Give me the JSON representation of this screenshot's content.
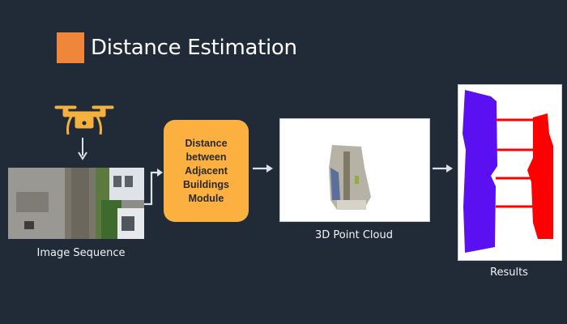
{
  "title": "Distance Estimation",
  "colors": {
    "background": "#212a37",
    "accent_orange": "#f0863a",
    "module_yellow": "#fbb040",
    "building_blue": "#5a10f0",
    "building_red": "#ff0000"
  },
  "steps": [
    {
      "label": "Image Sequence",
      "icon": "drone-icon"
    },
    {
      "label": "Distance between Adjacent Buildings Module",
      "lines": [
        "Distance",
        "between",
        "Adjacent",
        "Buildings",
        "Module"
      ]
    },
    {
      "label": "3D Point Cloud"
    },
    {
      "label": "Results"
    }
  ]
}
